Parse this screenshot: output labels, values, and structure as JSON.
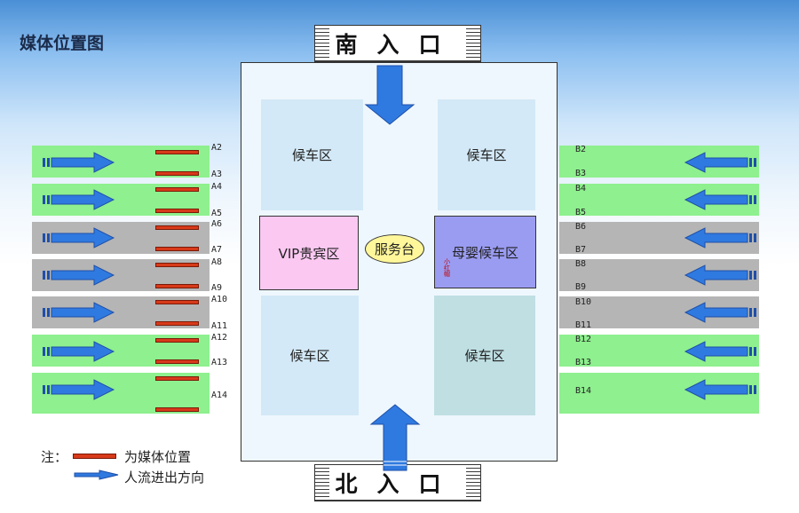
{
  "title": "媒体位置图",
  "gates": {
    "south": "南入口",
    "north": "北入口"
  },
  "zones": {
    "wait_tl": "候车区",
    "wait_tr": "候车区",
    "wait_bl": "候车区",
    "wait_br": "候车区",
    "vip": "VIP贵宾区",
    "service": "服务台",
    "mom": "母婴候车区",
    "mom_mark": "小红帽"
  },
  "labels_a": [
    "A2",
    "A3",
    "A4",
    "A5",
    "A6",
    "A7",
    "A8",
    "A9",
    "A10",
    "A11",
    "A12",
    "A13",
    "A14"
  ],
  "labels_b": [
    "B2",
    "B3",
    "B4",
    "B5",
    "B6",
    "B7",
    "B8",
    "B9",
    "B10",
    "B11",
    "B12",
    "B13",
    "B14"
  ],
  "bands": [
    "green",
    "green",
    "gray",
    "gray",
    "gray",
    "green",
    "green"
  ],
  "legend": {
    "prefix": "注：",
    "media": "为媒体位置",
    "flow": "人流进出方向"
  },
  "colors": {
    "media_bar": "#d83a1a",
    "arrow": "#2f7ae0",
    "green_band": "#8ef08e",
    "gray_band": "#b5b5b5"
  }
}
